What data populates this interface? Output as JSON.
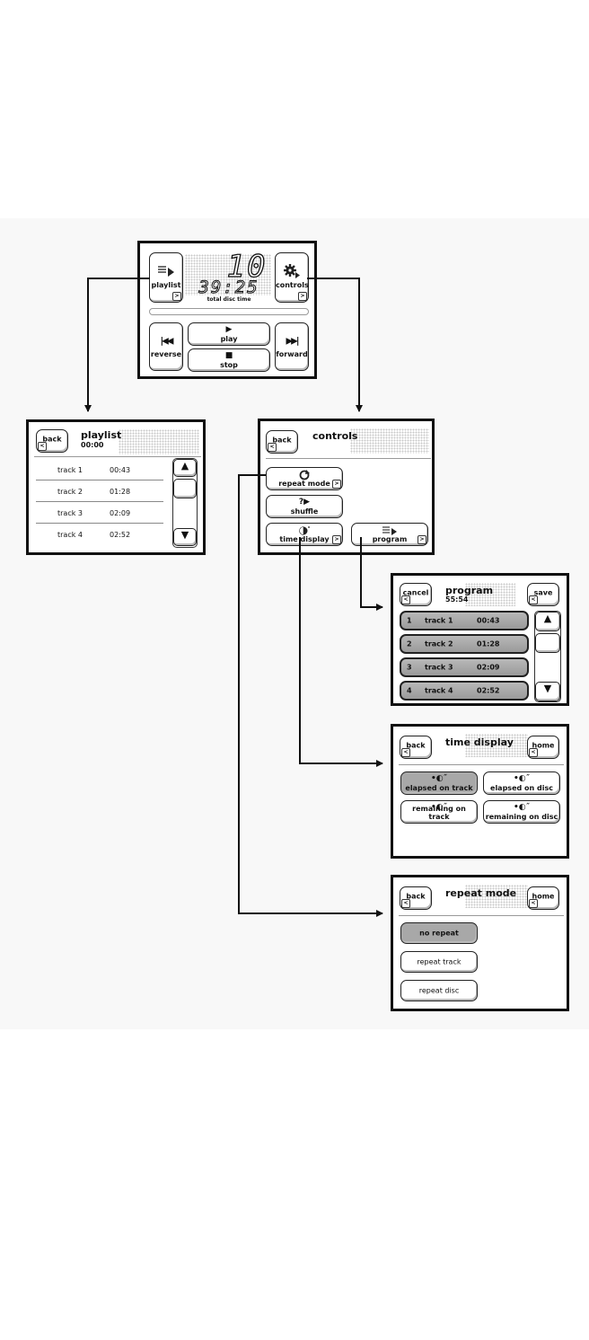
{
  "main_screen": {
    "track_number": "10",
    "disc_time": "39:25",
    "time_caption": "total disc time",
    "playlist_label": "playlist",
    "controls_label": "controls",
    "play_label": "play",
    "stop_label": "stop",
    "reverse_label": "reverse",
    "forward_label": "forward"
  },
  "playlist_screen": {
    "back_label": "back",
    "title": "playlist",
    "time": "00:00",
    "tracks": [
      {
        "name": "track 1",
        "time": "00:43"
      },
      {
        "name": "track 2",
        "time": "01:28"
      },
      {
        "name": "track 3",
        "time": "02:09"
      },
      {
        "name": "track 4",
        "time": "02:52"
      }
    ]
  },
  "controls_screen": {
    "back_label": "back",
    "title": "controls",
    "repeat_mode_label": "repeat mode",
    "shuffle_label": "shuffle",
    "time_display_label": "time display",
    "program_label": "program"
  },
  "program_screen": {
    "cancel_label": "cancel",
    "save_label": "save",
    "title": "program",
    "time": "55:54",
    "tracks": [
      {
        "num": "1",
        "name": "track 1",
        "time": "00:43"
      },
      {
        "num": "2",
        "name": "track 2",
        "time": "01:28"
      },
      {
        "num": "3",
        "name": "track 3",
        "time": "02:09"
      },
      {
        "num": "4",
        "name": "track 4",
        "time": "02:52"
      }
    ]
  },
  "time_display_screen": {
    "back_label": "back",
    "home_label": "home",
    "title": "time display",
    "options": [
      "elapsed on track",
      "elapsed on disc",
      "remaining on track",
      "remaining on disc"
    ]
  },
  "repeat_mode_screen": {
    "back_label": "back",
    "home_label": "home",
    "title": "repeat mode",
    "options": [
      "no repeat",
      "repeat track",
      "repeat disc"
    ]
  }
}
